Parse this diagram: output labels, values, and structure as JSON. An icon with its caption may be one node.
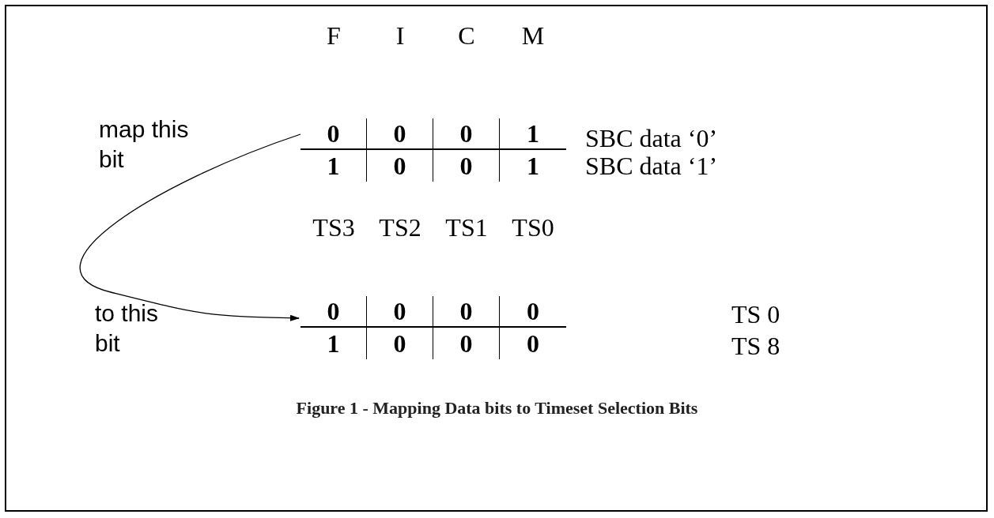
{
  "diagram": {
    "caption": "Figure 1 - Mapping Data bits to Timeset Selection Bits",
    "nodes": [
      {
        "text": [
          "0"
        ]
      },
      {
        "text": [
          "0"
        ]
      },
      {
        "text": [
          "0"
        ]
      },
      {
        "text": [
          "1"
        ]
      },
      {
        "text": [
          "1"
        ]
      },
      {
        "text": [
          "0"
        ]
      },
      {
        "text": [
          "0"
        ]
      },
      {
        "text": [
          "1"
        ]
      },
      {
        "text": [
          "0"
        ]
      },
      {
        "text": [
          "0"
        ]
      },
      {
        "text": [
          "0"
        ]
      },
      {
        "text": [
          "0"
        ]
      },
      {
        "text": [
          "1"
        ]
      },
      {
        "text": [
          "0"
        ]
      },
      {
        "text": [
          "0"
        ]
      },
      {
        "text": [
          "0"
        ]
      }
    ],
    "edges": [
      {
        "from": 0,
        "to": 8,
        "arrow": "to"
      }
    ],
    "labels": [
      "F",
      "I",
      "C",
      "M",
      "map this bit",
      "SBC data ‘0’",
      "SBC data ‘1’",
      "TS3",
      "TS2",
      "TS1",
      "TS0",
      "to this bit",
      "TS 0",
      "TS 8"
    ]
  }
}
